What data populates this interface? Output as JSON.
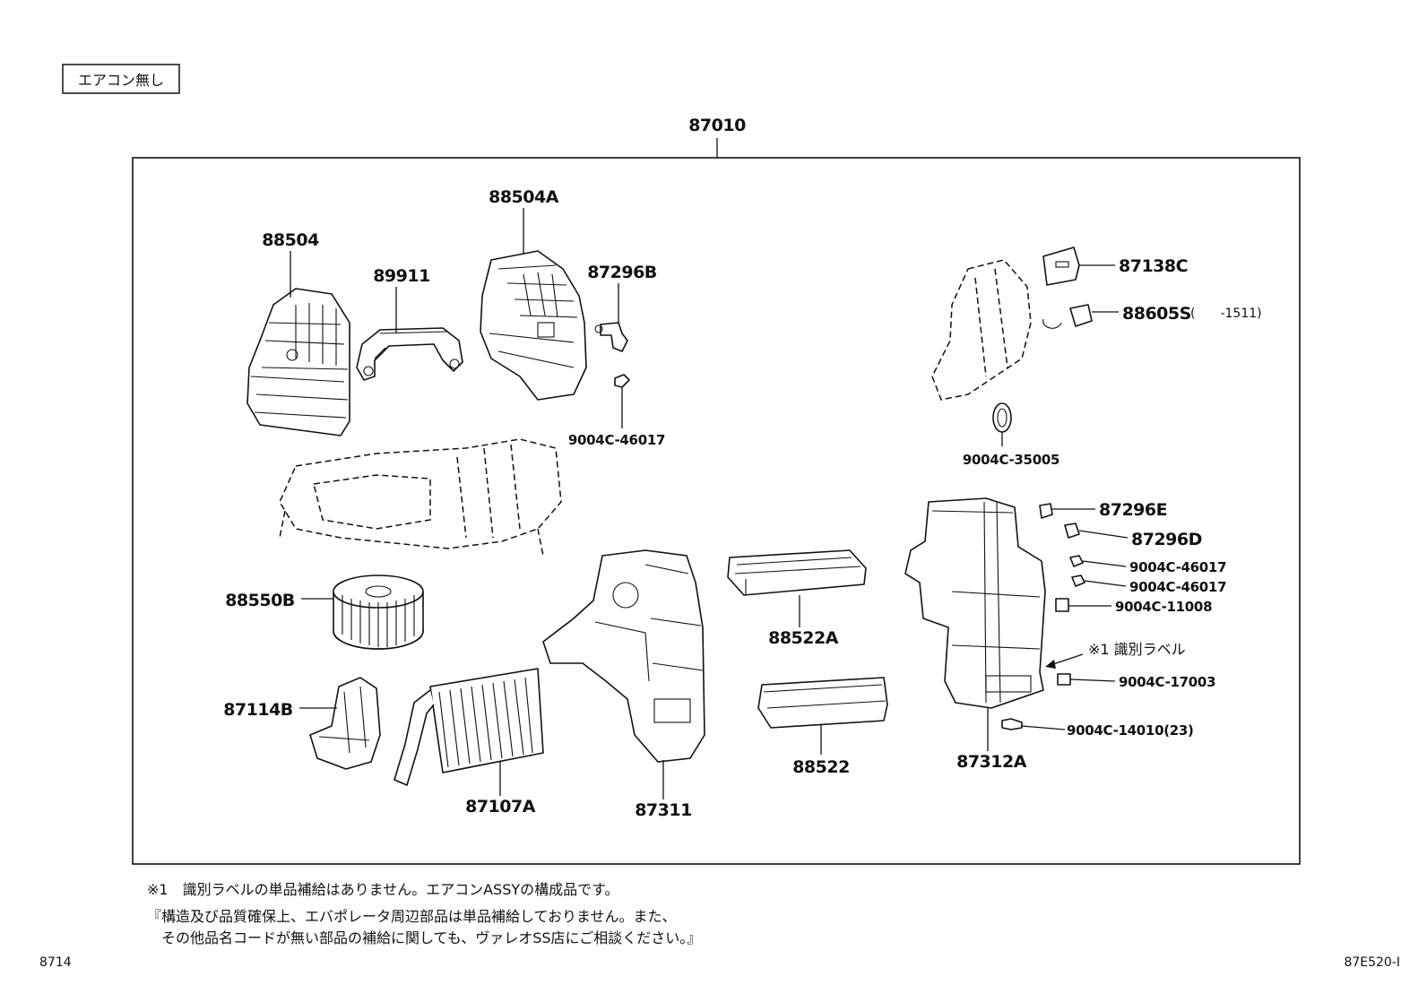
{
  "header": {
    "variant_label": "エアコン無し",
    "assembly_number": "87010"
  },
  "parts": {
    "p88504": "88504",
    "p89911": "89911",
    "p88504A": "88504A",
    "p87296B": "87296B",
    "p9004C_46017_top": "9004C-46017",
    "p87138C": "87138C",
    "p88605S": "88605S",
    "p88605S_note": "(　　-1511)",
    "p9004C_35005": "9004C-35005",
    "p87296E": "87296E",
    "p87296D": "87296D",
    "p9004C_46017_a": "9004C-46017",
    "p9004C_46017_b": "9004C-46017",
    "p9004C_11008": "9004C-11008",
    "id_label": "※1 識別ラベル",
    "p9004C_17003": "9004C-17003",
    "p9004C_14010": "9004C-14010(23)",
    "p88550B": "88550B",
    "p88522A": "88522A",
    "p87114B": "87114B",
    "p88522": "88522",
    "p87312A": "87312A",
    "p87107A": "87107A",
    "p87311": "87311"
  },
  "footnotes": {
    "note1": "※1　識別ラベルの単品補給はありません。エアコンASSYの構成品です。",
    "note2_line1": "『構造及び品質確保上、エバポレータ周辺部品は単品補給しておりません。また、",
    "note2_line2": "　その他品名コードが無い部品の補給に関しても、ヴァレオSS店にご相談ください。』"
  },
  "footer": {
    "page_code": "8714",
    "figure_code": "87E520-I"
  }
}
